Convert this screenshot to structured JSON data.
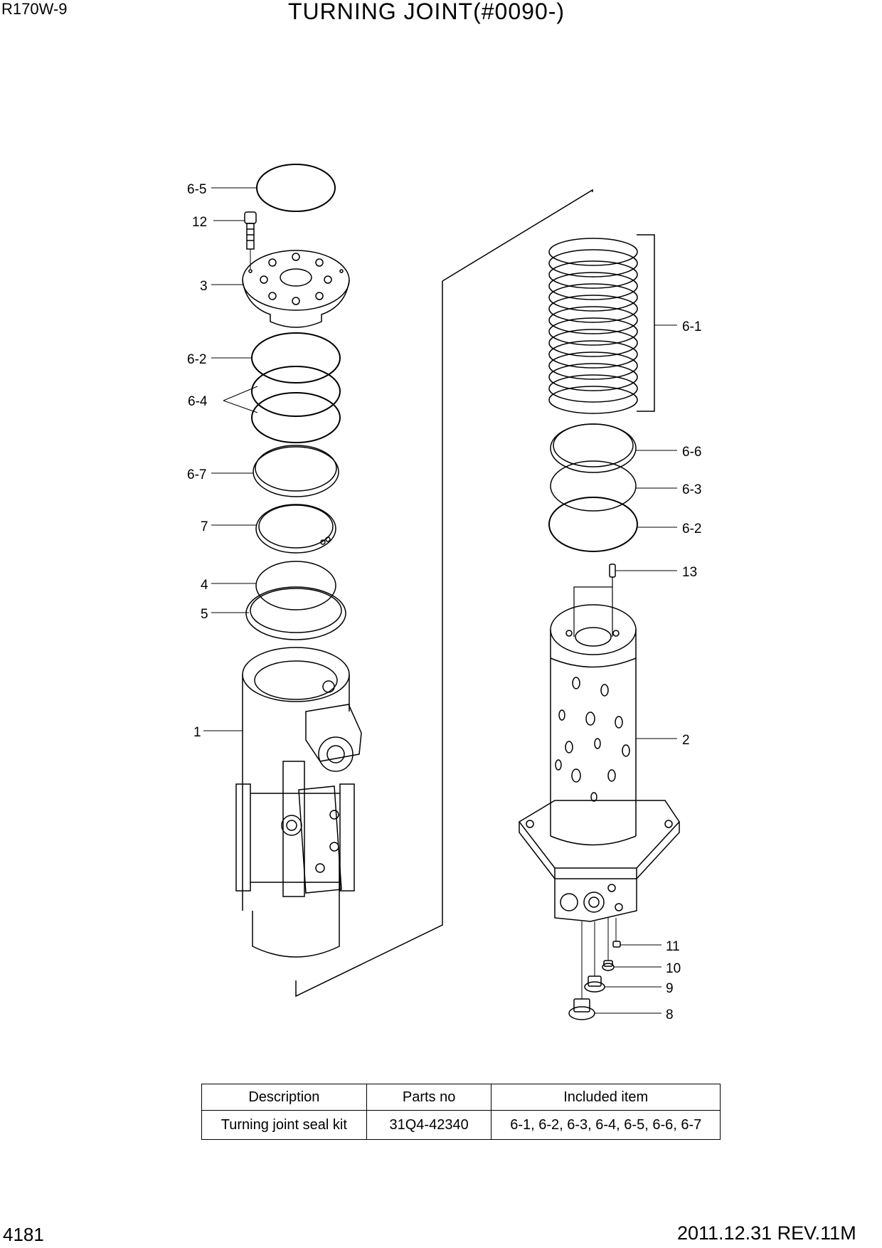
{
  "header": {
    "model": "R170W-9",
    "title": "TURNING JOINT(#0090-)"
  },
  "footer": {
    "page_number": "4181",
    "revision": "2011.12.31  REV.11M"
  },
  "callouts": {
    "c_6_5": "6-5",
    "c_12": "12",
    "c_3": "3",
    "c_6_2_left": "6-2",
    "c_6_4": "6-4",
    "c_6_7": "6-7",
    "c_7": "7",
    "c_4": "4",
    "c_5": "5",
    "c_1": "1",
    "c_6_1": "6-1",
    "c_6_6": "6-6",
    "c_6_3": "6-3",
    "c_6_2_right": "6-2",
    "c_13": "13",
    "c_2": "2",
    "c_11": "11",
    "c_10": "10",
    "c_9": "9",
    "c_8": "8"
  },
  "kit_table": {
    "headers": [
      "Description",
      "Parts no",
      "Included item"
    ],
    "rows": [
      [
        "Turning joint seal kit",
        "31Q4-42340",
        "6-1, 6-2, 6-3, 6-4, 6-5, 6-6, 6-7"
      ]
    ]
  }
}
